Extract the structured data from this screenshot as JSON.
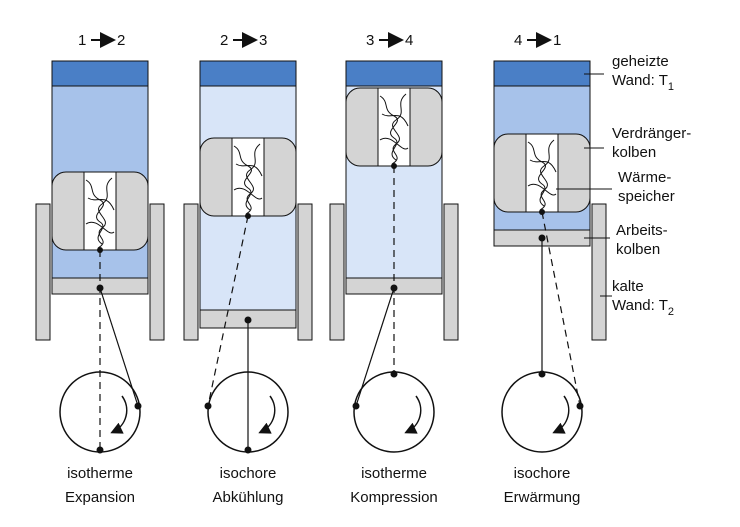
{
  "colors": {
    "heated_wall": "#4a7fc6",
    "gas_hot": "#a7c2ea",
    "gas_cold": "#d8e5f8",
    "piston": "#d4d4d4",
    "wall": "#d4d4d4",
    "stroke": "#111111"
  },
  "stages": [
    {
      "step": "1",
      "next": "2",
      "caption_line1": "isotherme",
      "caption_line2": "Expansion"
    },
    {
      "step": "2",
      "next": "3",
      "caption_line1": "isochore",
      "caption_line2": "Abkühlung"
    },
    {
      "step": "3",
      "next": "4",
      "caption_line1": "isotherme",
      "caption_line2": "Kompression"
    },
    {
      "step": "4",
      "next": "1",
      "caption_line1": "isochore",
      "caption_line2": "Erwärmung"
    }
  ],
  "labels": {
    "heated_wall_line1": "geheizte",
    "heated_wall_line2": "Wand: T",
    "heated_wall_sub": "1",
    "displacer_line1": "Verdränger-",
    "displacer_line2": "kolben",
    "regenerator_line1": "Wärme-",
    "regenerator_line2": "speicher",
    "work_piston_line1": "Arbeits-",
    "work_piston_line2": "kolben",
    "cold_wall_line1": "kalte",
    "cold_wall_line2": "Wand: T",
    "cold_wall_sub": "2"
  }
}
